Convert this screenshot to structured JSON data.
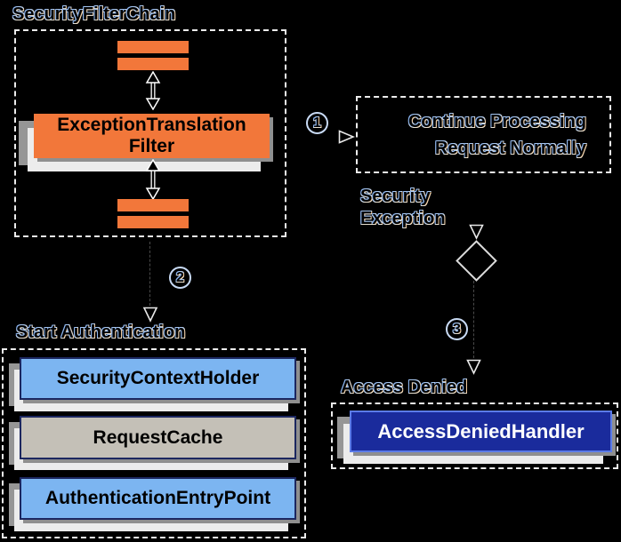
{
  "diagram": {
    "security_filter_chain": {
      "title": "SecurityFilterChain",
      "filter_label": "ExceptionTranslation\nFilter"
    },
    "steps": {
      "one": "1",
      "two": "2",
      "three": "3"
    },
    "continue_processing": {
      "label": "Continue Processing\nRequest Normally"
    },
    "security_exception": {
      "label": "Security\nException"
    },
    "start_authentication": {
      "title": "Start Authentication",
      "boxes": [
        "SecurityContextHolder",
        "RequestCache",
        "AuthenticationEntryPoint"
      ]
    },
    "access_denied": {
      "title": "Access Denied",
      "handler": "AccessDeniedHandler"
    },
    "colors": {
      "background": "#000000",
      "orange": "#F2773A",
      "light_blue": "#7CB5F1",
      "tan_gray": "#C4C0B7",
      "navy": "#1A2B9C",
      "shadow_gray": "#969696",
      "shadow_light": "#ECECEC",
      "dashed_border": "#ECECEC",
      "outline_glow": "#CFE0F5"
    }
  }
}
